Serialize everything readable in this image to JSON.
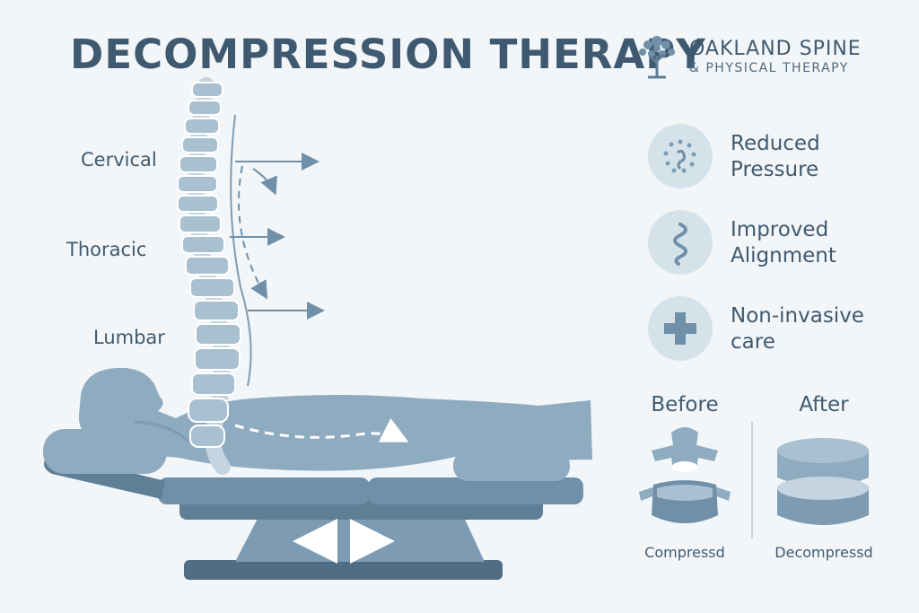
{
  "title": "DECOMPRESSION THERAPY",
  "brand": {
    "name": "OAKLAND SPINE",
    "subtitle": "& PHYSICAL THERAPY",
    "icon": "tree-logo-icon"
  },
  "spine_regions": [
    "Cervical",
    "Thoracic",
    "Lumbar"
  ],
  "benefits": [
    {
      "label_line1": "Reduced",
      "label_line2": "Pressure",
      "icon": "pressure-dots-icon"
    },
    {
      "label_line1": "Improved",
      "label_line2": "Alignment",
      "icon": "spine-curve-icon"
    },
    {
      "label_line1": "Non-invasive",
      "label_line2": "care",
      "icon": "medical-cross-icon"
    }
  ],
  "comparison": {
    "before": {
      "heading": "Before",
      "caption": "Compressd"
    },
    "after": {
      "heading": "After",
      "caption": "Decompressd"
    }
  },
  "colors": {
    "title": "#3f5a70",
    "accent": "#6f90a8",
    "body_fill": "#8fabc0",
    "table_dark": "#4f6d84",
    "background": "#f3f6f9"
  }
}
